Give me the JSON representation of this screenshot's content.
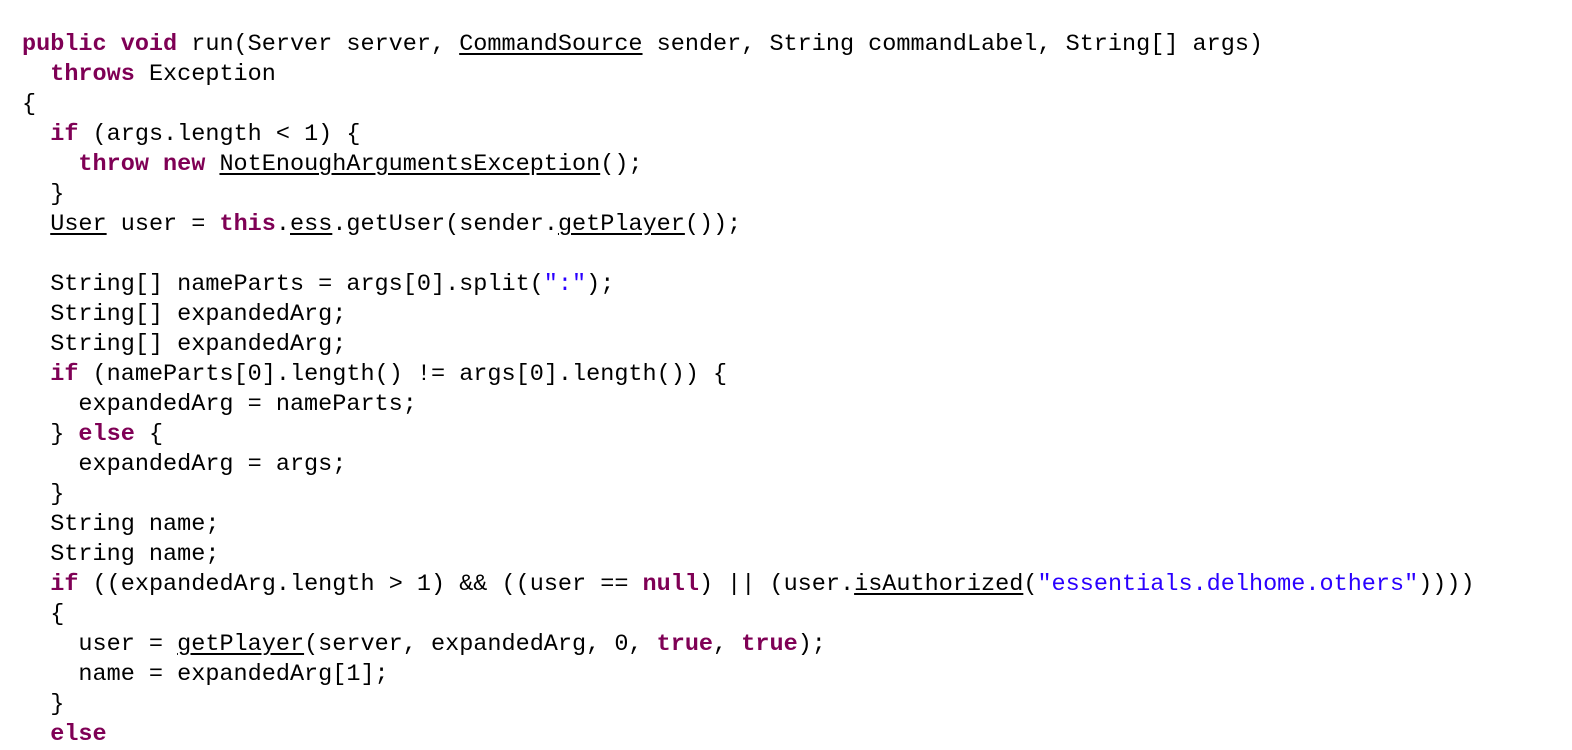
{
  "colors": {
    "keyword": "#7f0055",
    "string": "#2a00ff",
    "text": "#000000",
    "background": "#ffffff"
  },
  "code": {
    "lines": [
      [
        [
          "public void",
          "kw"
        ],
        [
          " run(Server server, ",
          ""
        ],
        [
          "CommandSource",
          "u"
        ],
        [
          " sender, String commandLabel, String[] args)",
          ""
        ]
      ],
      [
        [
          "  ",
          ""
        ],
        [
          "throws",
          "kw"
        ],
        [
          " Exception",
          ""
        ]
      ],
      [
        [
          "{",
          ""
        ]
      ],
      [
        [
          "  ",
          ""
        ],
        [
          "if",
          "kw"
        ],
        [
          " (args.length < 1) {",
          ""
        ]
      ],
      [
        [
          "    ",
          ""
        ],
        [
          "throw new",
          "kw"
        ],
        [
          " ",
          ""
        ],
        [
          "NotEnoughArgumentsException",
          "u"
        ],
        [
          "();",
          ""
        ]
      ],
      [
        [
          "  }",
          ""
        ]
      ],
      [
        [
          "  ",
          ""
        ],
        [
          "User",
          "u"
        ],
        [
          " user = ",
          ""
        ],
        [
          "this",
          "kw"
        ],
        [
          ".",
          ""
        ],
        [
          "ess",
          "u"
        ],
        [
          ".getUser(sender.",
          ""
        ],
        [
          "getPlayer",
          "u"
        ],
        [
          "());",
          ""
        ]
      ],
      [],
      [
        [
          "  String[] nameParts = args[0].split(",
          ""
        ],
        [
          "\":\"",
          "str"
        ],
        [
          ");",
          ""
        ]
      ],
      [
        [
          "  String[] expandedArg;",
          ""
        ]
      ],
      [
        [
          "  String[] expandedArg;",
          ""
        ]
      ],
      [
        [
          "  ",
          ""
        ],
        [
          "if",
          "kw"
        ],
        [
          " (nameParts[0].length() != args[0].length()) {",
          ""
        ]
      ],
      [
        [
          "    expandedArg = nameParts;",
          ""
        ]
      ],
      [
        [
          "  } ",
          ""
        ],
        [
          "else",
          "kw"
        ],
        [
          " {",
          ""
        ]
      ],
      [
        [
          "    expandedArg = args;",
          ""
        ]
      ],
      [
        [
          "  }",
          ""
        ]
      ],
      [
        [
          "  String name;",
          ""
        ]
      ],
      [
        [
          "  String name;",
          ""
        ]
      ],
      [
        [
          "  ",
          ""
        ],
        [
          "if",
          "kw"
        ],
        [
          " ((expandedArg.length > 1) && ((user == ",
          ""
        ],
        [
          "null",
          "kw"
        ],
        [
          ") || (user.",
          ""
        ],
        [
          "isAuthorized",
          "u"
        ],
        [
          "(",
          ""
        ],
        [
          "\"essentials.delhome.others\"",
          "str"
        ],
        [
          "))))",
          ""
        ]
      ],
      [
        [
          "  {",
          ""
        ]
      ],
      [
        [
          "    user = ",
          ""
        ],
        [
          "getPlayer",
          "u"
        ],
        [
          "(server, expandedArg, 0, ",
          ""
        ],
        [
          "true",
          "kw"
        ],
        [
          ", ",
          ""
        ],
        [
          "true",
          "kw"
        ],
        [
          ");",
          ""
        ]
      ],
      [
        [
          "    name = expandedArg[1];",
          ""
        ]
      ],
      [
        [
          "  }",
          ""
        ]
      ],
      [
        [
          "  ",
          ""
        ],
        [
          "else",
          "kw"
        ]
      ]
    ]
  }
}
